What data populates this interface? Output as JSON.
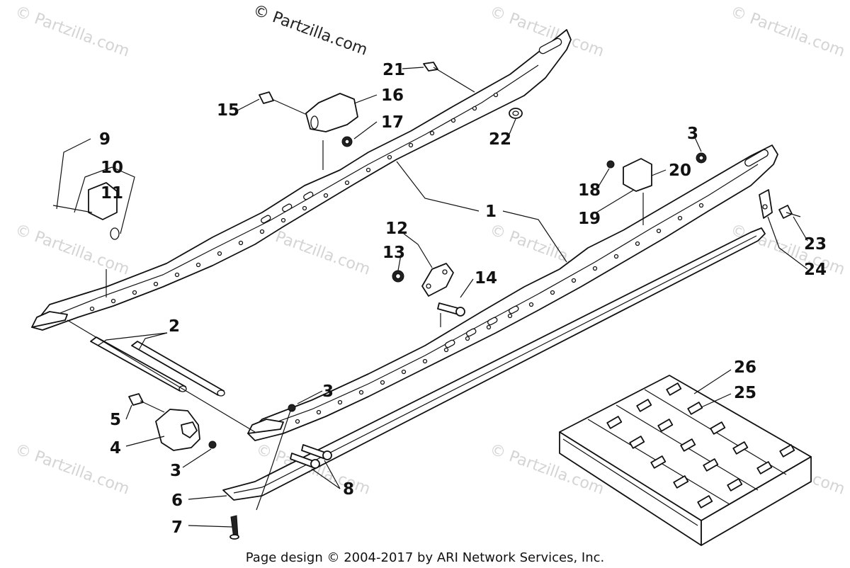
{
  "watermark": {
    "top_text": "© Partzilla.com",
    "repeat_text": "© Partzilla.com"
  },
  "callouts": [
    "1",
    "2",
    "3",
    "3",
    "3",
    "4",
    "5",
    "6",
    "7",
    "8",
    "9",
    "10",
    "11",
    "12",
    "13",
    "14",
    "15",
    "16",
    "17",
    "18",
    "19",
    "20",
    "21",
    "22",
    "23",
    "24",
    "25",
    "26"
  ],
  "footer": "Page design © 2004-2017 by ARI Network Services, Inc."
}
